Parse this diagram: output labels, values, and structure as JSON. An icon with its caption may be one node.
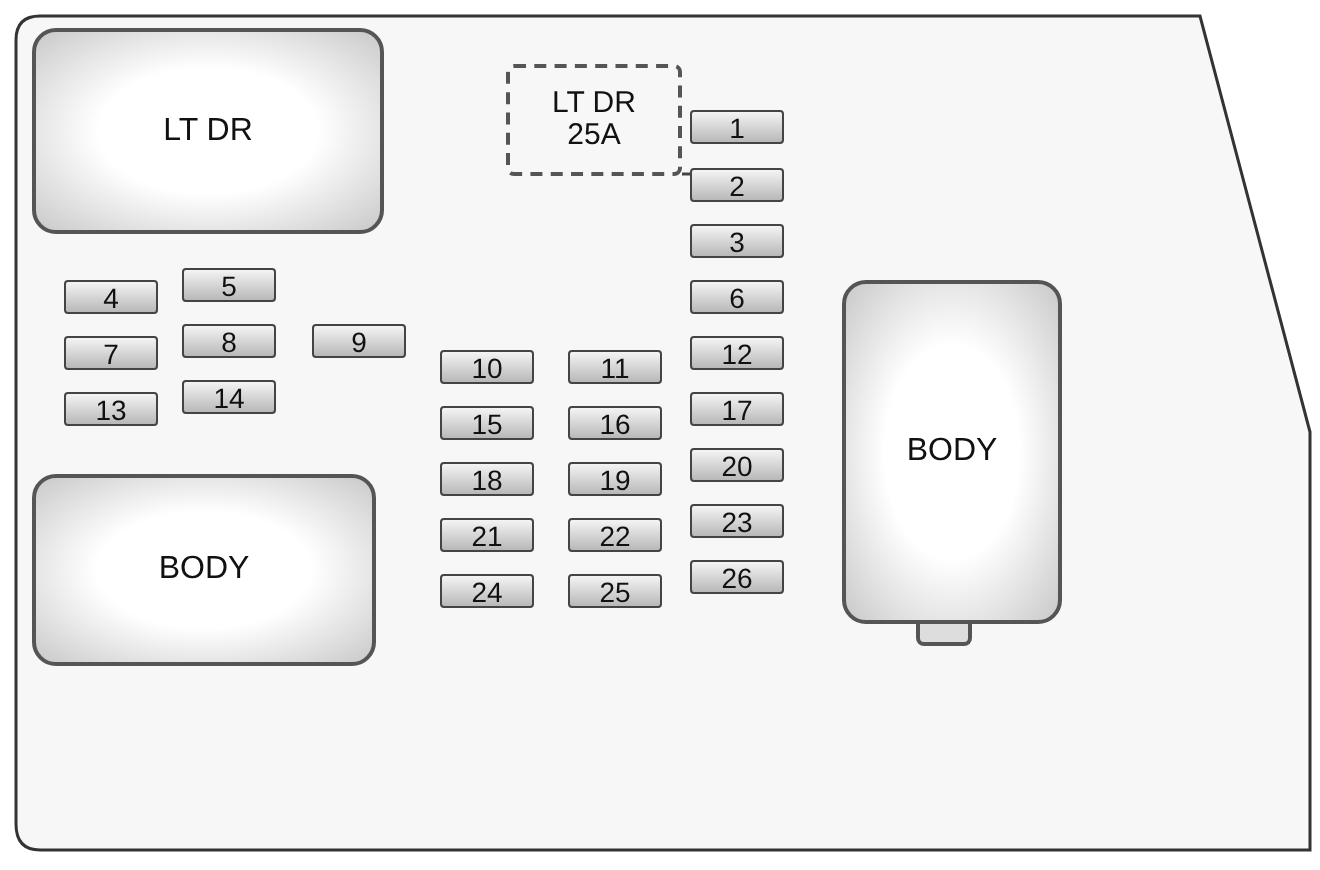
{
  "diagram": {
    "nodes": [
      {
        "text": [],
        "shape": "box"
      },
      {
        "text": [
          "LT DR"
        ],
        "in": 0
      },
      {
        "text": [
          "LT DR 25A"
        ],
        "in": 0
      },
      {
        "text": [
          "1"
        ],
        "in": 0
      },
      {
        "text": [
          "2"
        ],
        "in": 0
      },
      {
        "text": [
          "3"
        ],
        "in": 0
      },
      {
        "text": [
          "4"
        ],
        "in": 0
      },
      {
        "text": [
          "5"
        ],
        "in": 0
      },
      {
        "text": [
          "6"
        ],
        "in": 0
      },
      {
        "text": [
          "7"
        ],
        "in": 0
      },
      {
        "text": [
          "8"
        ],
        "in": 0
      },
      {
        "text": [
          "9"
        ],
        "in": 0
      },
      {
        "text": [
          "10"
        ],
        "in": 0
      },
      {
        "text": [
          "11"
        ],
        "in": 0
      },
      {
        "text": [
          "12"
        ],
        "in": 0
      },
      {
        "text": [
          "13"
        ],
        "in": 0
      },
      {
        "text": [
          "14"
        ],
        "in": 0
      },
      {
        "text": [
          "15"
        ],
        "in": 0
      },
      {
        "text": [
          "16"
        ],
        "in": 0
      },
      {
        "text": [
          "17"
        ],
        "in": 0
      },
      {
        "text": [
          "18"
        ],
        "in": 0
      },
      {
        "text": [
          "19"
        ],
        "in": 0
      },
      {
        "text": [
          "20"
        ],
        "in": 0
      },
      {
        "text": [
          "21"
        ],
        "in": 0
      },
      {
        "text": [
          "22"
        ],
        "in": 0
      },
      {
        "text": [
          "23"
        ],
        "in": 0
      },
      {
        "text": [
          "24"
        ],
        "in": 0
      },
      {
        "text": [
          "25"
        ],
        "in": 0
      },
      {
        "text": [
          "26"
        ],
        "in": 0
      },
      {
        "text": [
          "BODY"
        ],
        "in": 0
      },
      {
        "text": [
          "BODY"
        ],
        "in": 0
      }
    ],
    "edges": [
      {
        "from": 2,
        "to": 4,
        "arrow": "none"
      }
    ]
  }
}
